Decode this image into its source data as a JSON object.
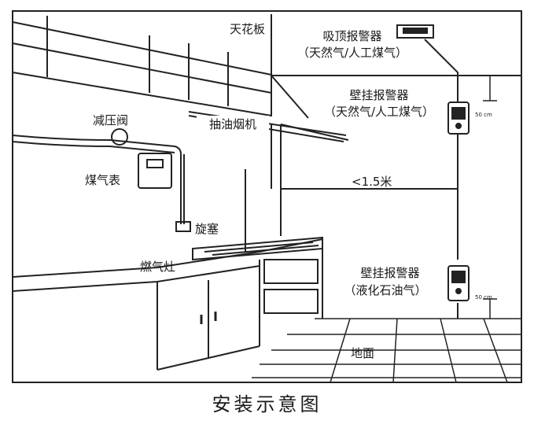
{
  "labels": {
    "ceiling": "天花板",
    "ceiling_alarm": "吸顶报警器",
    "ceiling_alarm_gas": "（天然气/人工煤气）",
    "wall_alarm_top": "壁挂报警器",
    "wall_alarm_top_gas": "（天然气/人工煤气）",
    "pressure_valve": "减压阀",
    "range_hood": "抽油烟机",
    "gas_meter": "煤气表",
    "distance": "<1.5米",
    "plug_valve": "旋塞",
    "gas_stove": "燃气灶",
    "wall_alarm_bottom": "壁挂报警器",
    "wall_alarm_bottom_gas": "（液化石油气）",
    "floor": "地面",
    "dim_top": "50 cm",
    "dim_bottom": "50 cm"
  },
  "caption": "安装示意图"
}
